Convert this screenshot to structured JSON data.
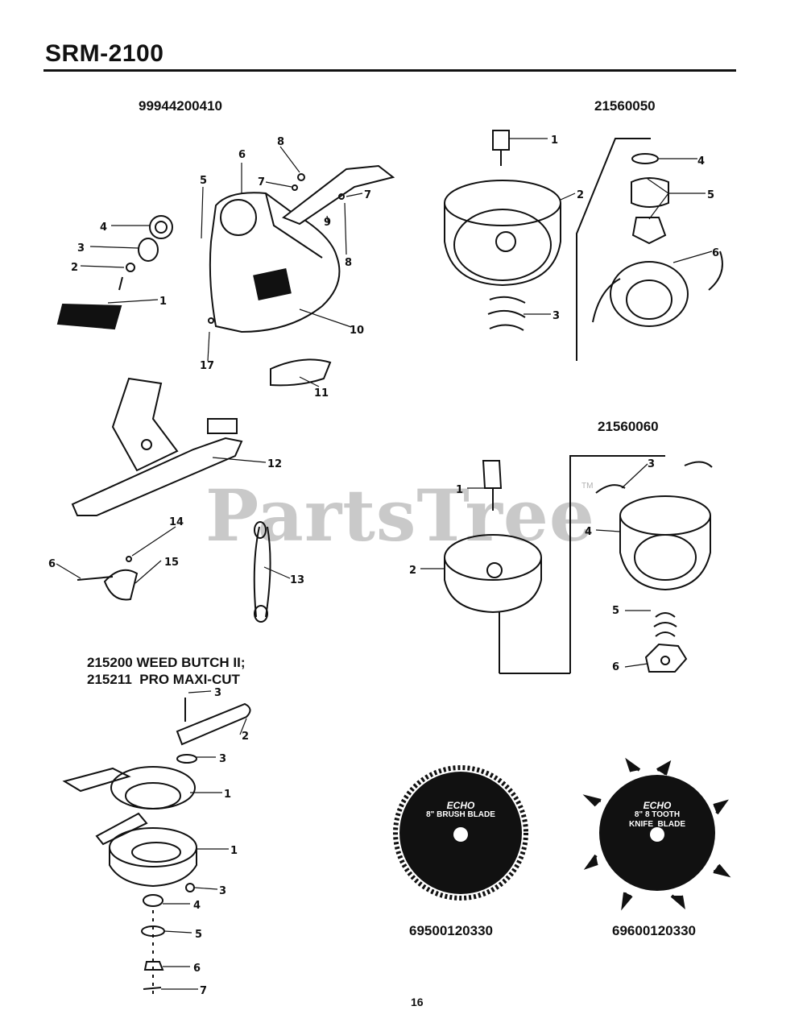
{
  "header": {
    "title": "SRM-2100"
  },
  "watermark": {
    "text": "PartsTree",
    "tm": "TM"
  },
  "sections": {
    "shield": {
      "part_number": "99944200410"
    },
    "head_a": {
      "part_number": "21560050"
    },
    "head_b": {
      "part_number": "21560060"
    },
    "weed_butch": {
      "line1": "215200 WEED BUTCH II;",
      "line2": "215211  PRO MAXI-CUT"
    },
    "blade_brush": {
      "part_number": "69500120330",
      "brand": "ECHO",
      "label": "8\" BRUSH BLADE"
    },
    "blade_knife": {
      "part_number": "69600120330",
      "brand": "ECHO",
      "label_line1": "8\" 8 TOOTH",
      "label_line2": "KNIFE  BLADE"
    }
  },
  "callouts": {
    "shield": [
      "1",
      "2",
      "3",
      "4",
      "5",
      "6",
      "7",
      "7",
      "8",
      "8",
      "9",
      "10",
      "11",
      "12",
      "13",
      "14",
      "15",
      "6",
      "17"
    ],
    "head_a": [
      "1",
      "2",
      "3",
      "4",
      "5",
      "6"
    ],
    "head_b": [
      "1",
      "2",
      "3",
      "4",
      "5",
      "6"
    ],
    "weed_butch": [
      "3",
      "2",
      "3",
      "1",
      "1",
      "3",
      "4",
      "5",
      "6",
      "7"
    ]
  },
  "footer": {
    "page": "16"
  }
}
